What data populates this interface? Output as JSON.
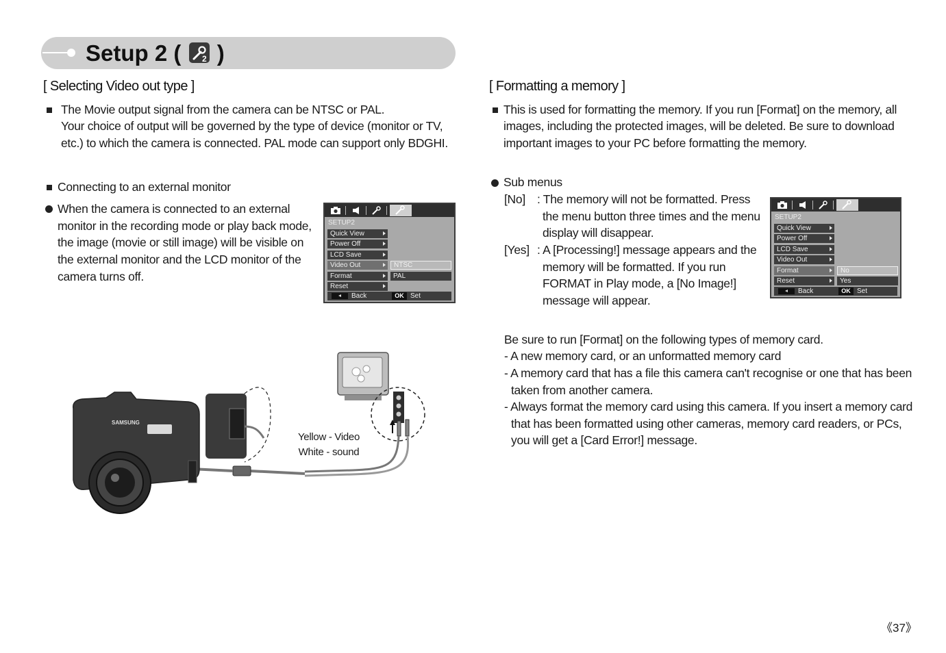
{
  "header": {
    "title_prefix": "Setup 2 (",
    "title_suffix": ")",
    "icon": "setup2-wrench-icon"
  },
  "left": {
    "section_title": "[ Selecting Video out type ]",
    "intro": [
      "The Movie output signal from the camera can be NTSC or PAL.",
      "Your choice of output will be governed by the type of device (monitor or TV,",
      "etc.) to which the camera is connected. PAL mode can support only BDGHI."
    ],
    "connect_heading": "Connecting to an external monitor",
    "connect_text": [
      "When the camera is connected to an external",
      "monitor in the recording mode or play back mode,",
      "the image (movie or still image) will be visible on",
      "the external monitor and the LCD monitor of the",
      "camera turns off."
    ],
    "menu": {
      "title": "SETUP2",
      "items": [
        "Quick View",
        "Power Off",
        "LCD Save",
        "Video Out",
        "Format",
        "Reset"
      ],
      "options": [
        "NTSC",
        "PAL"
      ],
      "back_label": "Back",
      "ok_label": "OK",
      "set_label": "Set"
    },
    "camera_brand": "SAMSUNG",
    "cable_labels": [
      "Yellow - Video",
      "White - sound"
    ]
  },
  "right": {
    "section_title": "[ Formatting a memory ]",
    "intro": [
      "This is used for formatting the memory. If you run [Format] on the memory, all",
      "images, including the protected images, will be deleted. Be sure to download",
      "important images to your PC before formatting the memory."
    ],
    "submenus_heading": "Sub menus",
    "no_key": "[No]",
    "no_text": [
      ": The memory will not be formatted. Press",
      "the menu button three times and the menu",
      "display will disappear."
    ],
    "yes_key": "[Yes]",
    "yes_text": [
      ": A [Processing!] message appears and the",
      "memory will be formatted. If you run",
      "FORMAT in Play mode, a [No Image!]",
      "message will appear."
    ],
    "menu": {
      "title": "SETUP2",
      "items": [
        "Quick View",
        "Power Off",
        "LCD Save",
        "Video Out",
        "Format",
        "Reset"
      ],
      "options": [
        "No",
        "Yes"
      ],
      "back_label": "Back",
      "ok_label": "OK",
      "set_label": "Set"
    },
    "notes": [
      "Be sure to run [Format] on the following types of memory card.",
      "- A new memory card, or an unformatted memory card",
      "- A memory card that has a file this camera can't recognise or one that has been",
      "taken from another camera.",
      "- Always format the memory card using this camera. If you insert a memory card",
      "that has been formatted using other cameras, memory card readers, or PCs,",
      "you will get a [Card Error!] message."
    ]
  },
  "page_number": "《37》"
}
